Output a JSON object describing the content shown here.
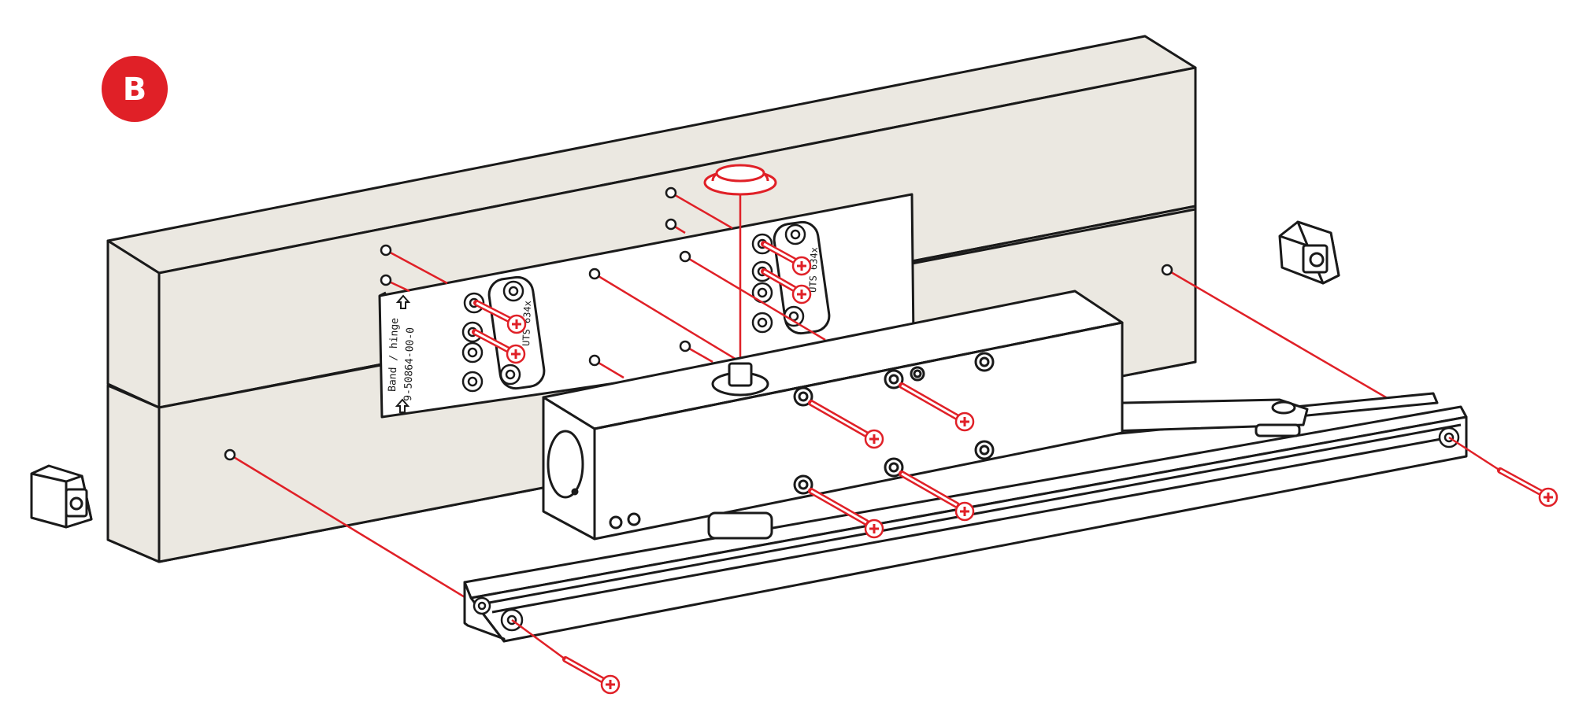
{
  "step_badge": {
    "label": "B",
    "color": "#e02027"
  },
  "mounting_plate": {
    "label_1": "Band / hinge",
    "label_2": "9-50864-00-0",
    "hole_label": "UTS 634x"
  },
  "colors": {
    "outline": "#1a1a1a",
    "door_fill": "#ebe8e1",
    "accent": "#e02027",
    "white": "#ffffff"
  }
}
